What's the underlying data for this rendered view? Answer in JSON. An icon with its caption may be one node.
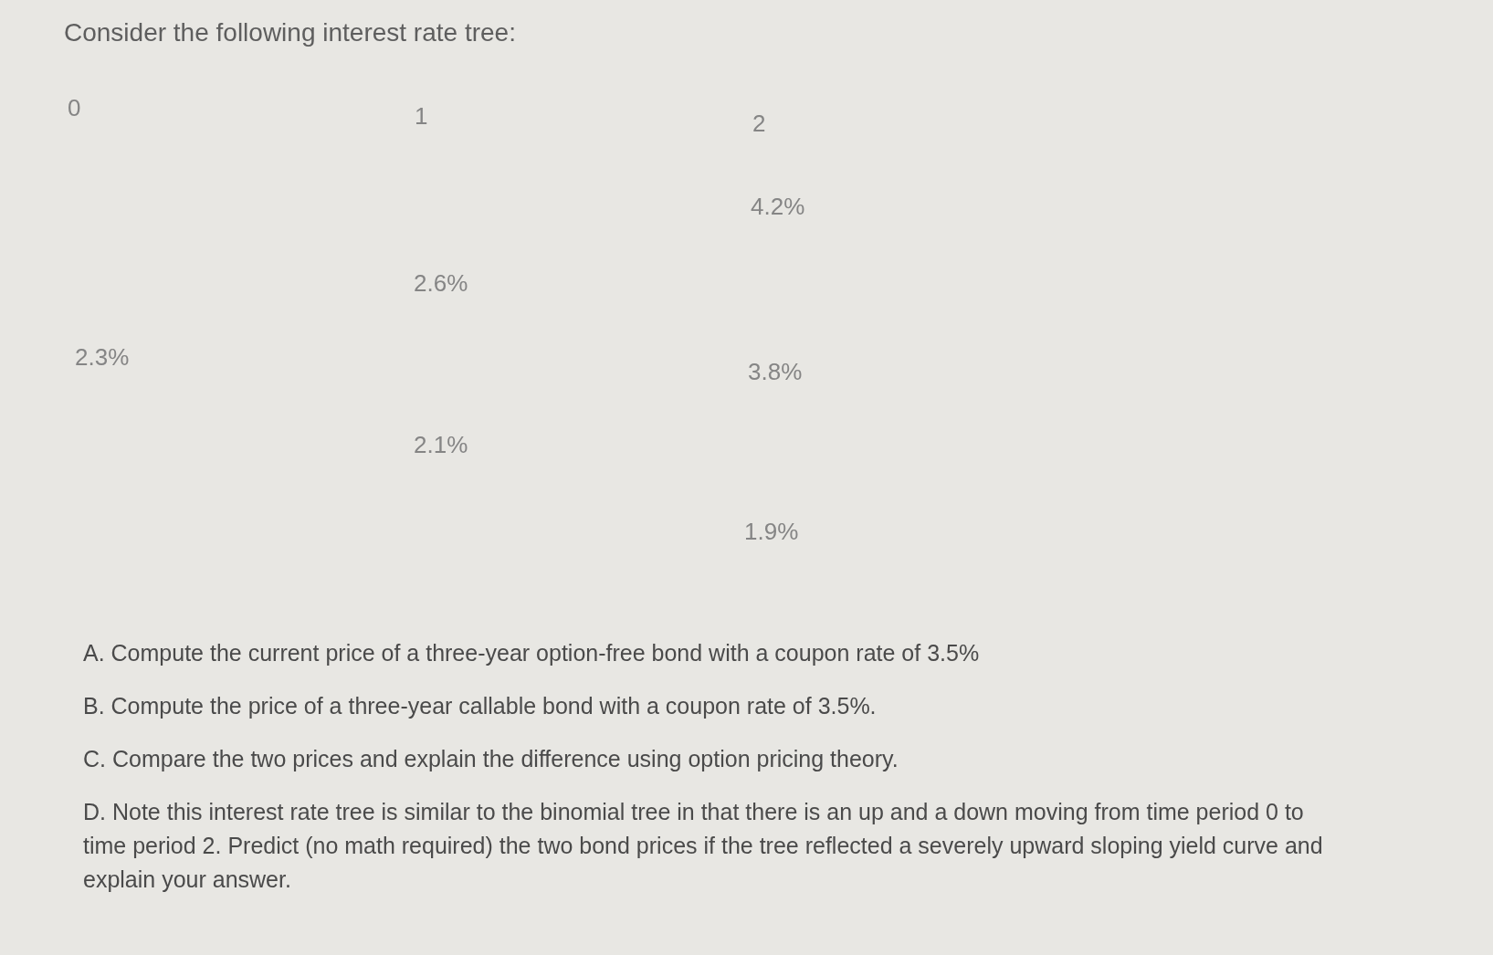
{
  "diagram": {
    "title": "Consider the following interest rate tree:",
    "labels": [
      "0",
      "1",
      "2",
      "4.2%",
      "2.6%",
      "2.3%",
      "3.8%",
      "2.1%",
      "1.9%",
      "A. Compute the current price of a three-year option-free bond with a coupon rate of 3.5%",
      "B. Compute the price of a three-year callable bond with a coupon rate of 3.5%.",
      "C. Compare the two prices and explain the difference using option pricing theory.",
      "D. Note this interest rate tree is similar to the binomial tree in that there is an up and a down moving from time period 0 to time period 2. Predict (no math required) the two bond prices if the tree reflected a severely upward sloping yield curve and explain your answer."
    ]
  }
}
